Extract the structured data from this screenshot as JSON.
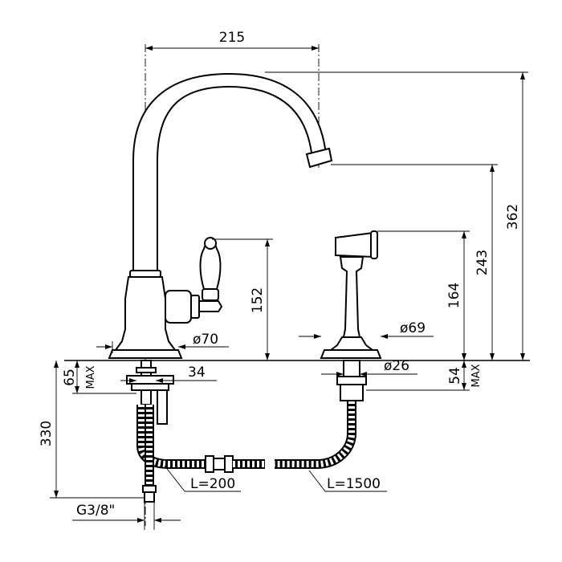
{
  "dimensions": {
    "spout_reach": "215",
    "total_height": "362",
    "spout_outlet_height": "243",
    "handle_height": "152",
    "spray_height": "164",
    "base_diameter": "ø70",
    "spray_base_diameter": "ø69",
    "spray_shank_diameter": "ø26",
    "shank_diameter": "34",
    "deck_max_left": "65",
    "deck_max_left_unit": "MAX",
    "deck_max_right": "54",
    "deck_max_right_unit": "MAX",
    "hose_length_label": "330",
    "supply_hose": "L=200",
    "spray_hose": "L=1500",
    "thread": "G3/8\""
  }
}
